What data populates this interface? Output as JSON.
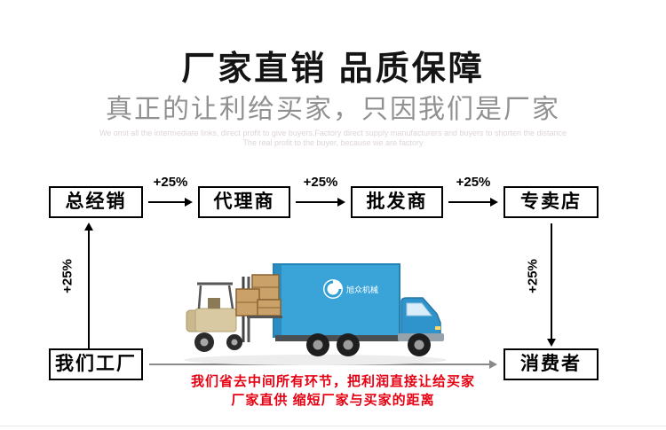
{
  "header": {
    "title": "厂家直销 品质保障",
    "subtitle": "真正的让利给买家，只因我们是厂家",
    "tagline_line1": "We omit all the intermediate links, direct profit to give buyers.Factory direct supply manufacturers and buyers to shorten the distance",
    "tagline_line2": "The real profit to the buyer, because we are factory"
  },
  "flow": {
    "top_nodes": [
      {
        "label": "总经销"
      },
      {
        "label": "代理商"
      },
      {
        "label": "批发商"
      },
      {
        "label": "专卖店"
      }
    ],
    "increment_label": "+25%",
    "factory_label": "我们工厂",
    "consumer_label": "消费者"
  },
  "illustration": {
    "truck_logo_text": "旭众机械"
  },
  "footer": {
    "line1": "我们省去中间所有环节，把利润直接让给买家",
    "line2": "厂家直供 缩短厂家与买家的距离"
  },
  "colors": {
    "accent_red": "#e60012",
    "truck_blue": "#3aa4d9",
    "arrow_black": "#000000",
    "arrow_gray": "#8a8a8a",
    "subtitle_gray": "#919191"
  }
}
